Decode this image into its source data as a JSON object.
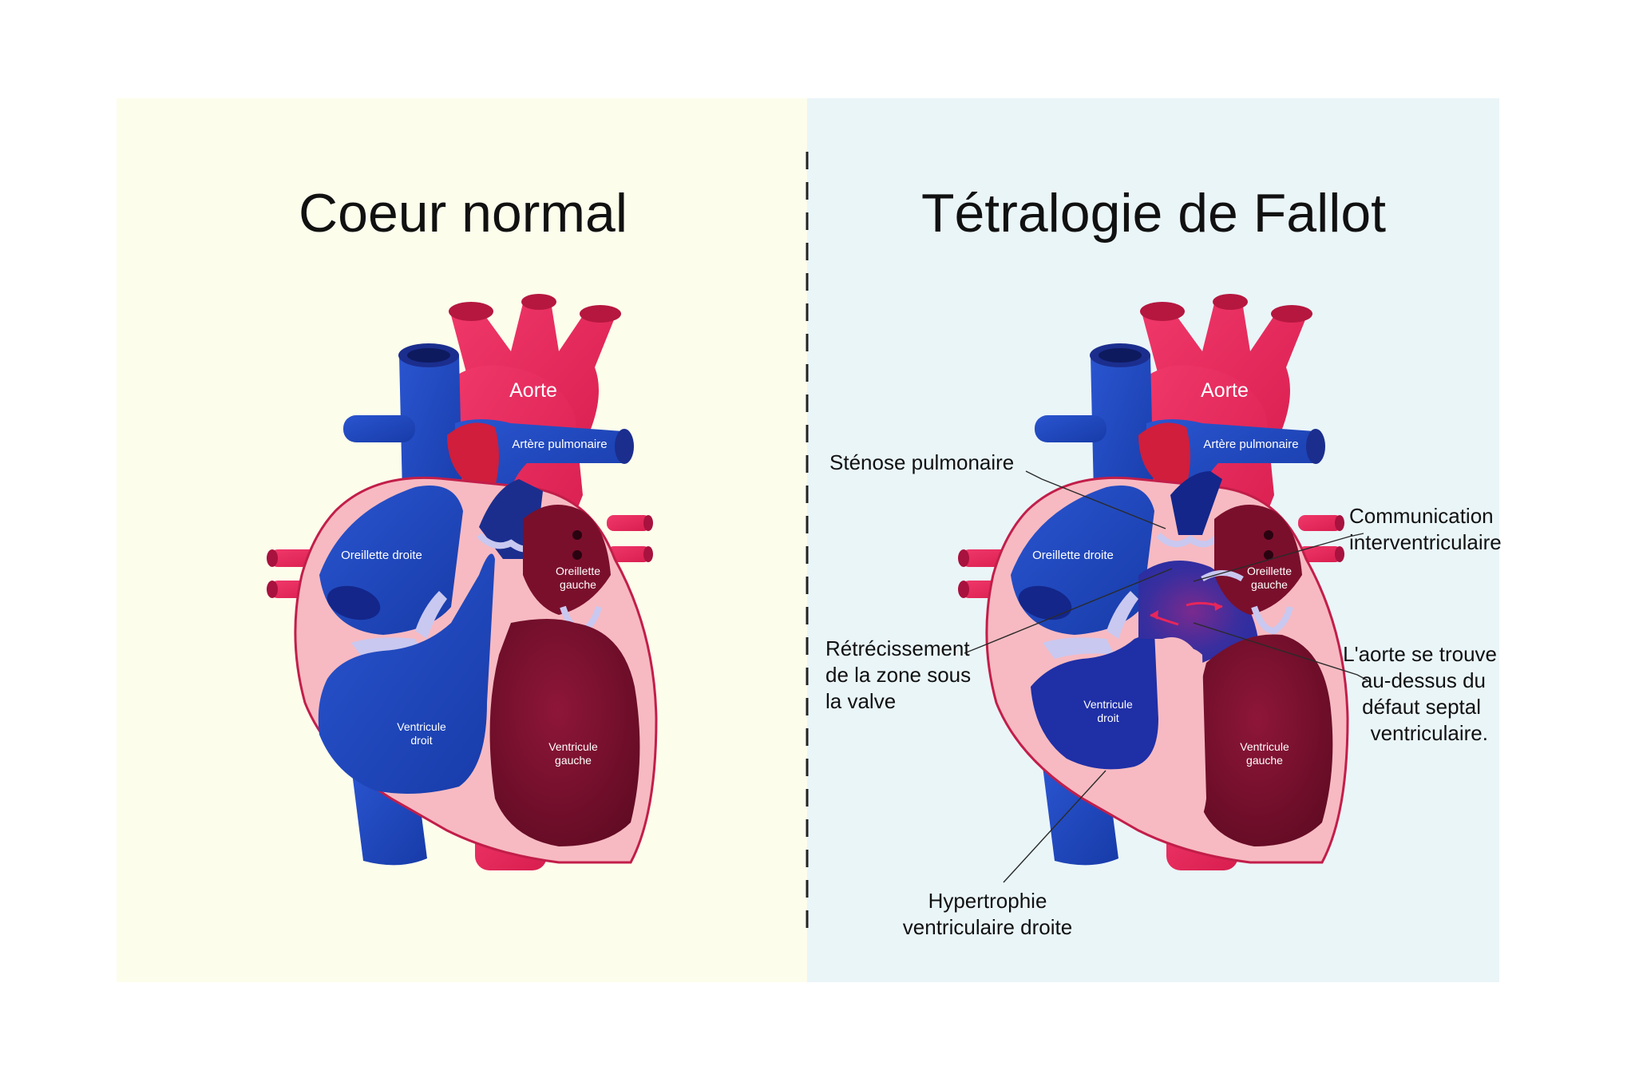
{
  "panels": {
    "left": {
      "title": "Coeur normal",
      "background": "#FDFDEC",
      "labels": {
        "aorta": "Aorte",
        "pulmonary_artery": "Artère pulmonaire",
        "right_atrium": "Oreillette droite",
        "left_atrium_1": "Oreillette",
        "left_atrium_2": "gauche",
        "right_ventricle_1": "Ventricule",
        "right_ventricle_2": "droit",
        "left_ventricle_1": "Ventricule",
        "left_ventricle_2": "gauche"
      }
    },
    "right": {
      "title": "Tétralogie de Fallot",
      "background": "#EAF5F8",
      "labels": {
        "aorta": "Aorte",
        "pulmonary_artery": "Artère pulmonaire",
        "right_atrium": "Oreillette droite",
        "left_atrium_1": "Oreillette",
        "left_atrium_2": "gauche",
        "right_ventricle_1": "Ventricule",
        "right_ventricle_2": "droit",
        "left_ventricle_1": "Ventricule",
        "left_ventricle_2": "gauche"
      },
      "annotations": {
        "pulmonary_stenosis": "Sténose pulmonaire",
        "vsd_1": "Communication",
        "vsd_2": "interventriculaire",
        "subvalvular_1": "Rétrécissement",
        "subvalvular_2": "de la zone sous",
        "subvalvular_3": "la valve",
        "overriding_aorta_1": "L'aorte se trouve",
        "overriding_aorta_2": "au-dessus du",
        "overriding_aorta_3": "défaut septal",
        "overriding_aorta_4": "ventriculaire.",
        "rv_hypertrophy_1": "Hypertrophie",
        "rv_hypertrophy_2": "ventriculaire droite"
      }
    }
  },
  "colors": {
    "oxygenated_red": "#E8265A",
    "deoxygenated_blue": "#1E3FB0",
    "vein_blue_dark": "#14268A",
    "myocardium_pink": "#F7B8C0",
    "left_ventricle_maroon": "#7A0F2C",
    "valve_lilac": "#C9C8F0",
    "divider": "#222222"
  }
}
